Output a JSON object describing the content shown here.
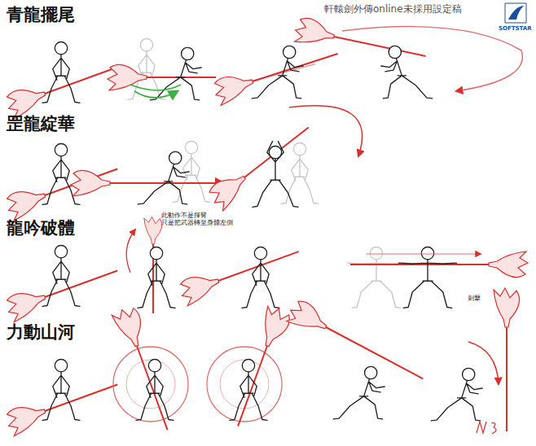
{
  "diagram": {
    "title": "軒轅劍外傳online未採用設定稿",
    "labels": [
      "青龍擺尾",
      "罡龍綻華",
      "龍吟破體",
      "力動山河",
      "此動作不是揮臂 只是把武器轉至身體左側",
      "刺擊",
      "SOFTSTAR"
    ]
  }
}
